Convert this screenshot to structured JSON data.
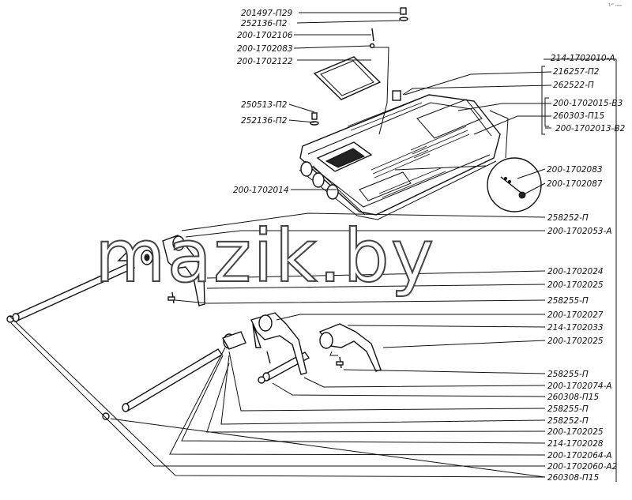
{
  "watermark": "mazik.by",
  "corner_note": "1ᵃᵇ ₂₀₀₀",
  "labels": {
    "l01": "201497-П29",
    "l02": "252136-П2",
    "l03": "200-1702106",
    "l04": "200-1702083",
    "l05": "200-1702122",
    "l06": "250513-П2",
    "l07": "252136-П2",
    "l08": "200-1702014",
    "l09": "214-1702010-А",
    "l10": "216257-П2",
    "l11": "262522-П",
    "l12": "200-1702015-В3",
    "l13": "260303-П15",
    "l14": "200-1702013-В2",
    "l15": "200-1702083",
    "l16": "200-1702087",
    "l17": "258252-П",
    "l18": "200-1702053-А",
    "l19": "200-1702024",
    "l20": "200-1702025",
    "l21": "258255-П",
    "l22": "200-1702027",
    "l23": "214-1702033",
    "l24": "200-1702025",
    "l25": "258255-П",
    "l26": "200-1702074-А",
    "l27": "260308-П15",
    "l28": "258255-П",
    "l29": "258252-П",
    "l30": "200-1702025",
    "l31": "214-1702028",
    "l32": "200-1702064-А",
    "l33": "200-1702060-А2",
    "l34": "260308-П15"
  }
}
